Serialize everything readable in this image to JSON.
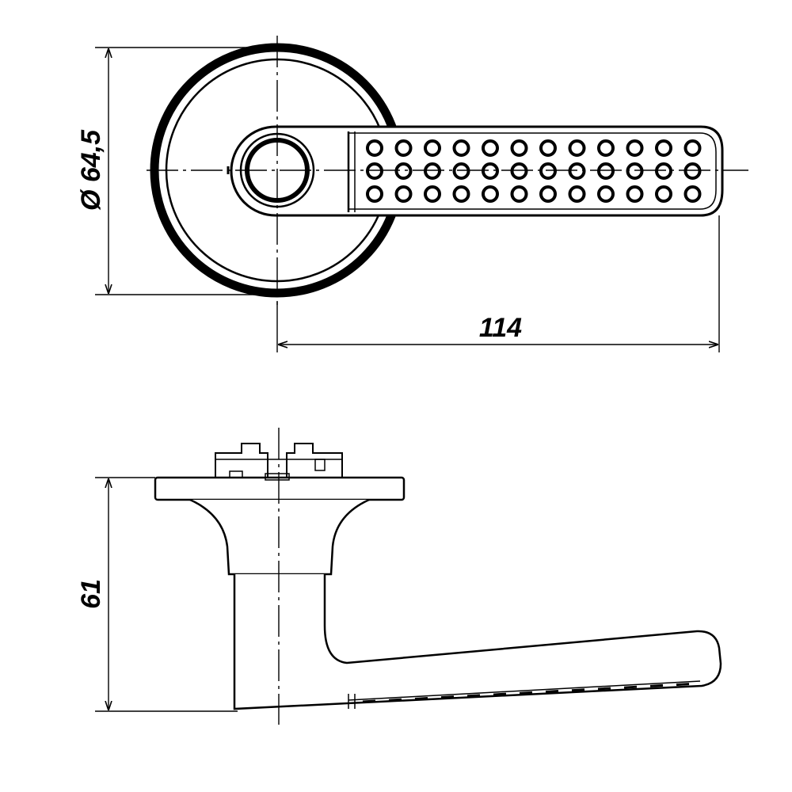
{
  "dimensions": {
    "rose_diameter": "Ø 64,5",
    "handle_length": "114",
    "height": "61"
  },
  "colors": {
    "line": "#000000",
    "background": "#ffffff"
  }
}
